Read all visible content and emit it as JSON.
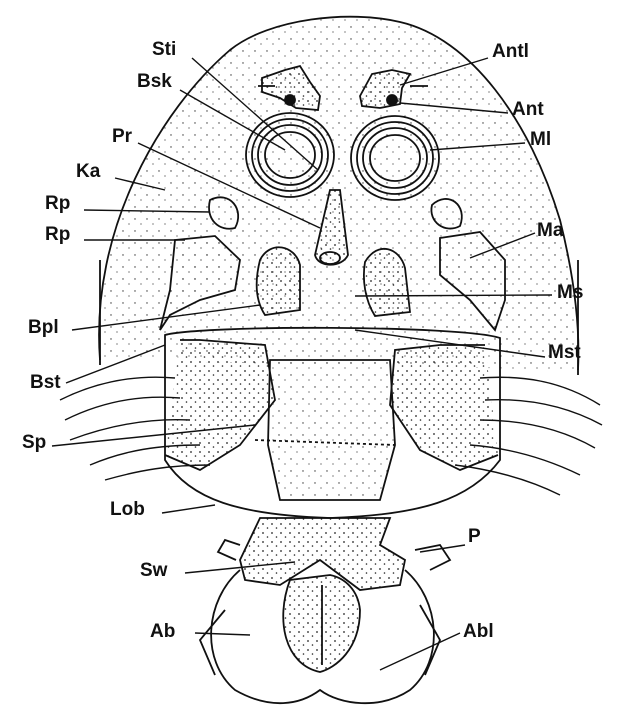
{
  "figure": {
    "labels": {
      "sti": "Sti",
      "bsk": "Bsk",
      "pr": "Pr",
      "ka": "Ka",
      "rp1": "Rp",
      "rp2": "Rp",
      "bpl": "Bpl",
      "bst": "Bst",
      "sp": "Sp",
      "lob": "Lob",
      "sw": "Sw",
      "ab": "Ab",
      "antl": "Antl",
      "ant": "Ant",
      "ml": "Ml",
      "ma": "Ma",
      "ms": "Ms",
      "mst": "Mst",
      "p": "P",
      "abl": "Abl"
    }
  }
}
